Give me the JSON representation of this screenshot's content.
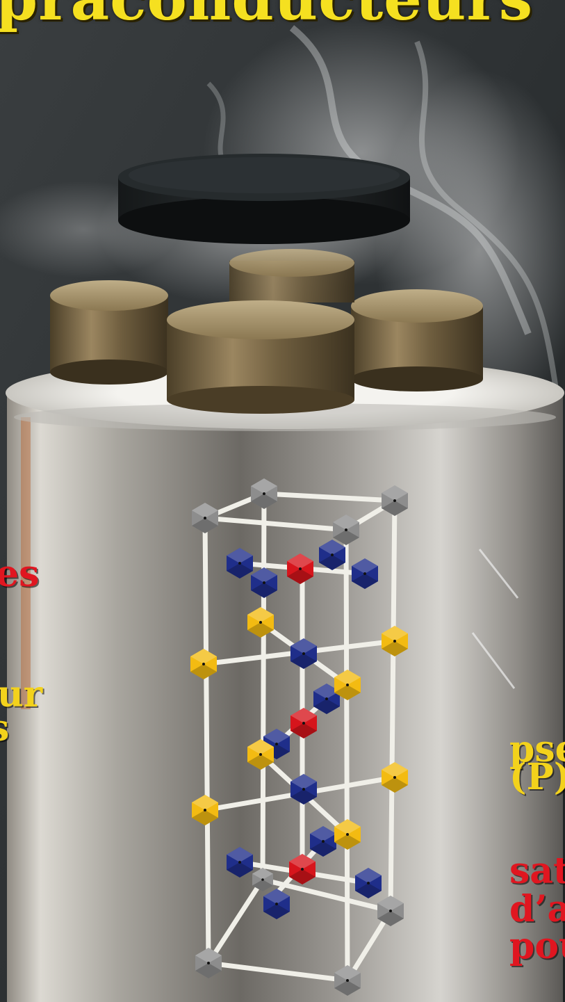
{
  "headline": "praconducteurs",
  "text_fragments": {
    "left_red_es": "es",
    "left_yellow_ur": "ur",
    "left_yellow_s": "s",
    "right_yellow_pse": "pse",
    "right_yellow_p": "(P)",
    "right_red_sat": "sat",
    "right_red_da": "d’a",
    "right_red_pou": "pou"
  },
  "colors": {
    "headline_yellow": "#f5e020",
    "accent_red": "#e01620",
    "accent_yellow": "#f3d21c",
    "atom_gray": "#8d8d8d",
    "atom_blue": "#1f2e8a",
    "atom_red": "#d6151c",
    "atom_yellow": "#f3bb12",
    "rod_white": "#f0efe8"
  }
}
